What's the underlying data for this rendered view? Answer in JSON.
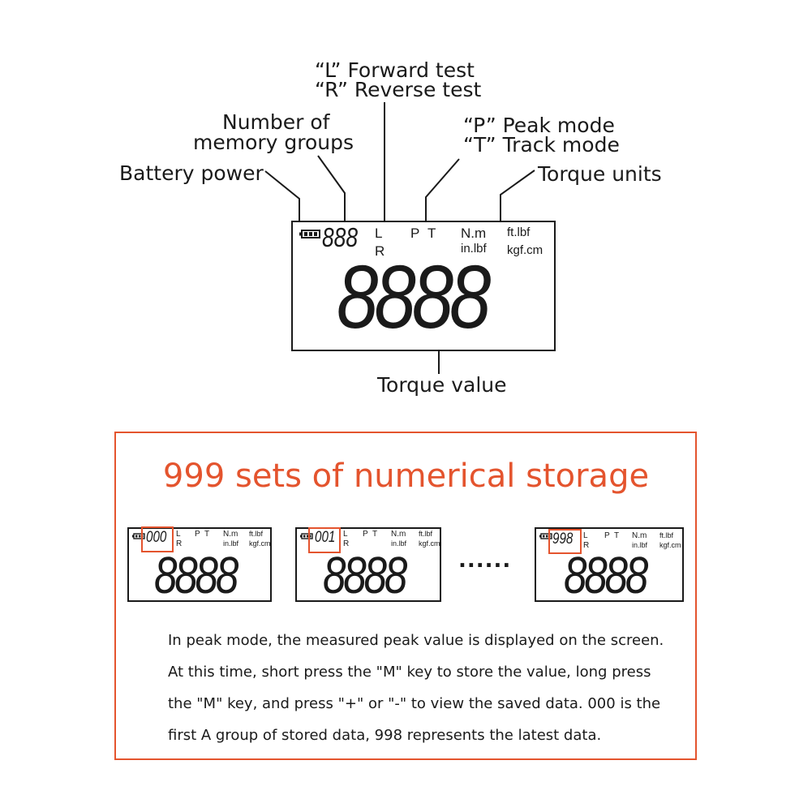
{
  "annotations": {
    "lr_line1": "“L” Forward test",
    "lr_line2": "“R” Reverse test",
    "memory_line1": "Number of",
    "memory_line2": "memory groups",
    "battery": "Battery power",
    "pt_line1": "“P” Peak mode",
    "pt_line2": "“T” Track mode",
    "units": "Torque units",
    "value": "Torque value"
  },
  "main_display": {
    "memory_digits": "888",
    "l": "L",
    "r": "R",
    "p": "P",
    "t": "T",
    "unit_nm": "N.m",
    "unit_ftlbf": "ft.lbf",
    "unit_inlbf": "in.lbf",
    "unit_kgfcm": "kgf.cm",
    "value_digits": "8888"
  },
  "storage": {
    "title": "999 sets of numerical storage",
    "ellipsis": "......",
    "displays": [
      {
        "memory": "000",
        "l": "L",
        "r": "R",
        "p": "P",
        "t": "T",
        "nm": "N.m",
        "ftlbf": "ft.lbf",
        "inlbf": "in.lbf",
        "kgfcm": "kgf.cm",
        "value": "8888"
      },
      {
        "memory": "001",
        "l": "L",
        "r": "R",
        "p": "P",
        "t": "T",
        "nm": "N.m",
        "ftlbf": "ft.lbf",
        "inlbf": "in.lbf",
        "kgfcm": "kgf.cm",
        "value": "8888"
      },
      {
        "memory": "998",
        "l": "L",
        "r": "R",
        "p": "P",
        "t": "T",
        "nm": "N.m",
        "ftlbf": "ft.lbf",
        "inlbf": "in.lbf",
        "kgfcm": "kgf.cm",
        "value": "8888"
      }
    ],
    "description": [
      "In peak mode, the measured peak value is displayed on the screen.",
      "At this time, short press the \"M\" key to store the value, long press",
      "the \"M\" key, and press \"+\" or \"-\" to view the saved data. 000 is the",
      "first A group of stored data, 998 represents the latest data."
    ]
  },
  "colors": {
    "accent": "#e4542e",
    "ink": "#1a1a1a"
  }
}
